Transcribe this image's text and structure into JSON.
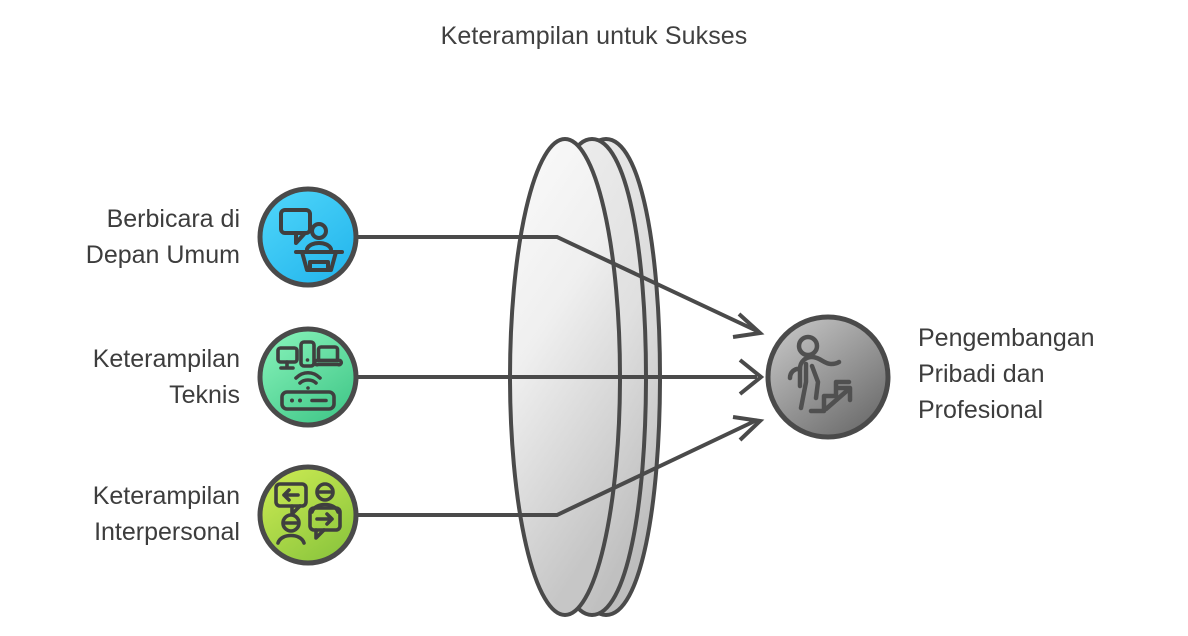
{
  "diagram": {
    "title": "Keterampilan untuk Sukses",
    "type": "funnel-convergence",
    "background_color": "#ffffff",
    "text_color": "#3d3d3d",
    "line_color": "#4a4a4a"
  },
  "sources": [
    {
      "label": "Berbicara di\nDepan Umum",
      "icon": "public-speaking-icon",
      "color_start": "#49d3f7",
      "color_end": "#2bb9ef",
      "outline": "#4a4a4a"
    },
    {
      "label": "Keterampilan\nTeknis",
      "icon": "devices-network-icon",
      "color_start": "#7df0b4",
      "color_end": "#44c98a",
      "outline": "#4a4a4a"
    },
    {
      "label": "Keterampilan\nInterpersonal",
      "icon": "interpersonal-communication-icon",
      "color_start": "#c6e84a",
      "color_end": "#8cc63f",
      "outline": "#4a4a4a"
    }
  ],
  "destination": {
    "label": "Pengembangan\nPribadi dan\nProfesional",
    "icon": "career-growth-stairs-icon",
    "color_start": "#bdbdbd",
    "color_end": "#6e6e6e",
    "outline": "#4a4a4a"
  },
  "lens": {
    "name": "funnel-lens-shape",
    "fill_start": "#f7f7f7",
    "fill_end": "#c9c9c9",
    "outline": "#4a4a4a"
  }
}
